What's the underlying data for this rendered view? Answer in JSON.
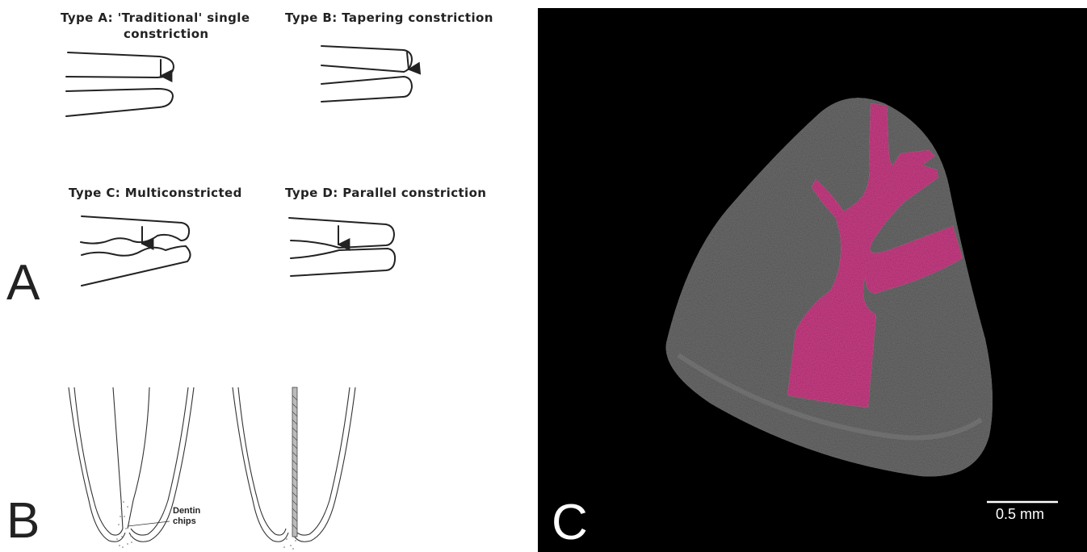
{
  "panels": {
    "a": {
      "letter": "A",
      "types": [
        {
          "line1": "Type A: 'Traditional' single",
          "line2": "constriction"
        },
        {
          "line1": "Type B: Tapering constriction"
        },
        {
          "line1": "Type C: Multiconstricted"
        },
        {
          "line1": "Type D: Parallel constriction"
        }
      ]
    },
    "b": {
      "letter": "B",
      "label_line1": "Dentin",
      "label_line2": "chips"
    },
    "c": {
      "letter": "C",
      "scale_label": "0.5 mm",
      "colors": {
        "background": "#000000",
        "tooth": "#6e6e6e",
        "canal": "#d0408a"
      }
    }
  }
}
